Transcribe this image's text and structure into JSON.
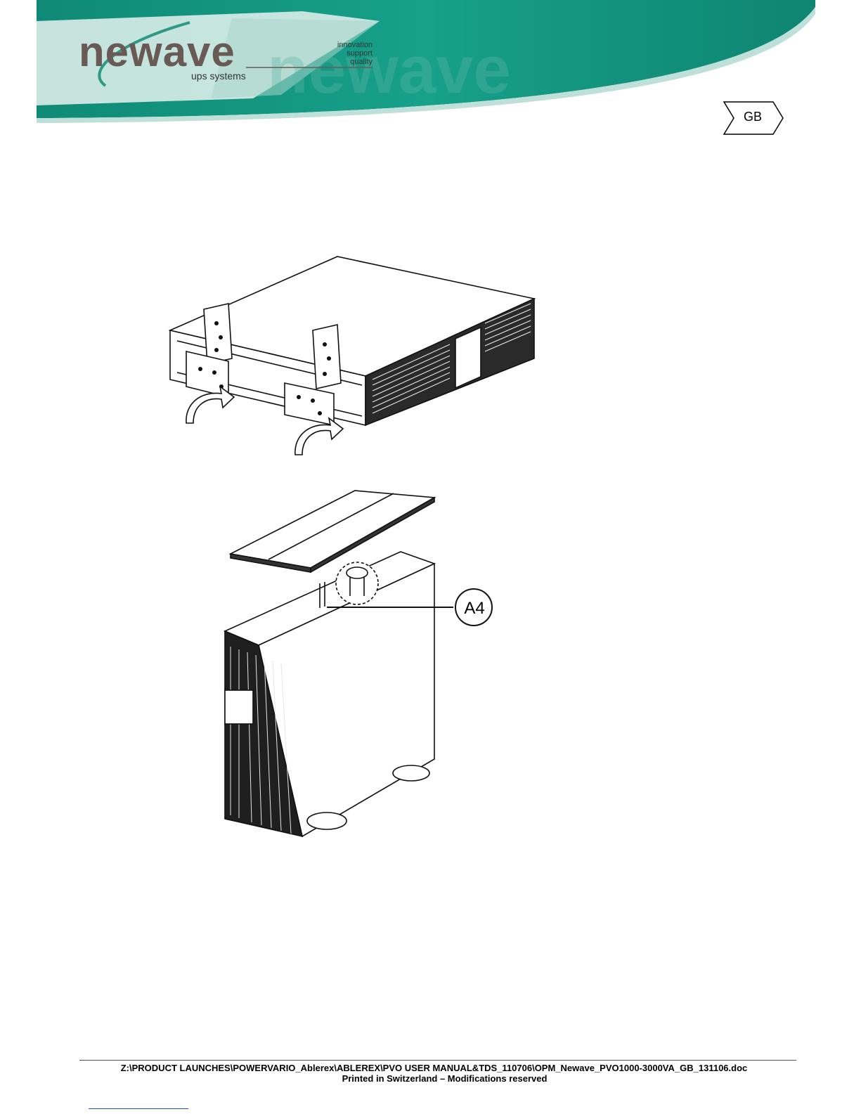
{
  "header": {
    "logo_text": "newave",
    "logo_subtitle": "ups systems",
    "tagline": [
      "innovation",
      "support",
      "quality"
    ],
    "watermark_text": "newave",
    "language_badge": "GB",
    "colors": {
      "teal": "#13907c",
      "teal_light": "#6cc3b2",
      "pale": "#d9ece7"
    }
  },
  "figures": {
    "rack_unit": {
      "arrows": 2
    },
    "tower_unit": {
      "callout": "A4"
    }
  },
  "footer": {
    "path": "Z:\\PRODUCT LAUNCHES\\POWERVARIO_Ablerex\\ABLEREX\\PVO USER MANUAL&TDS_110706\\OPM_Newave_PVO1000-3000VA_GB_131106.doc",
    "printed": "Printed in Switzerland – Modifications reserved"
  }
}
